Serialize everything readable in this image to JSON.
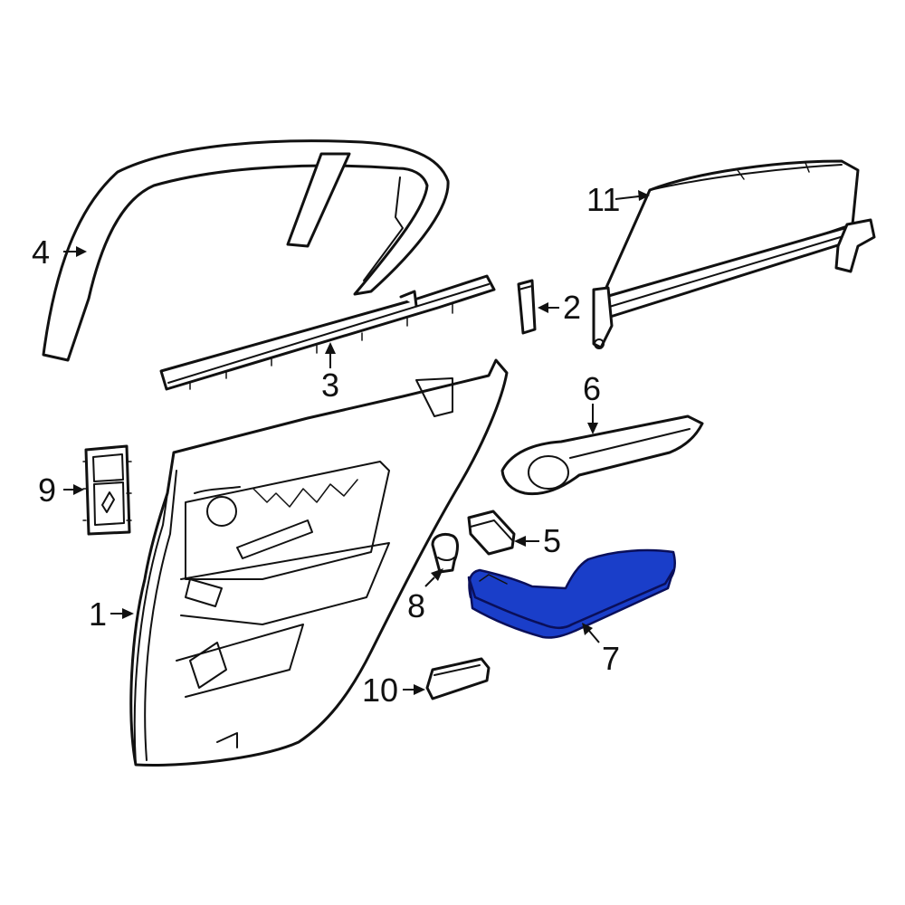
{
  "highlight_color": "#1a3ec9",
  "callouts": [
    {
      "id": "1",
      "label": "1"
    },
    {
      "id": "2",
      "label": "2"
    },
    {
      "id": "3",
      "label": "3"
    },
    {
      "id": "4",
      "label": "4"
    },
    {
      "id": "5",
      "label": "5"
    },
    {
      "id": "6",
      "label": "6"
    },
    {
      "id": "7",
      "label": "7"
    },
    {
      "id": "8",
      "label": "8"
    },
    {
      "id": "9",
      "label": "9"
    },
    {
      "id": "10",
      "label": "10"
    },
    {
      "id": "11",
      "label": "11"
    }
  ],
  "highlighted_part": "7"
}
